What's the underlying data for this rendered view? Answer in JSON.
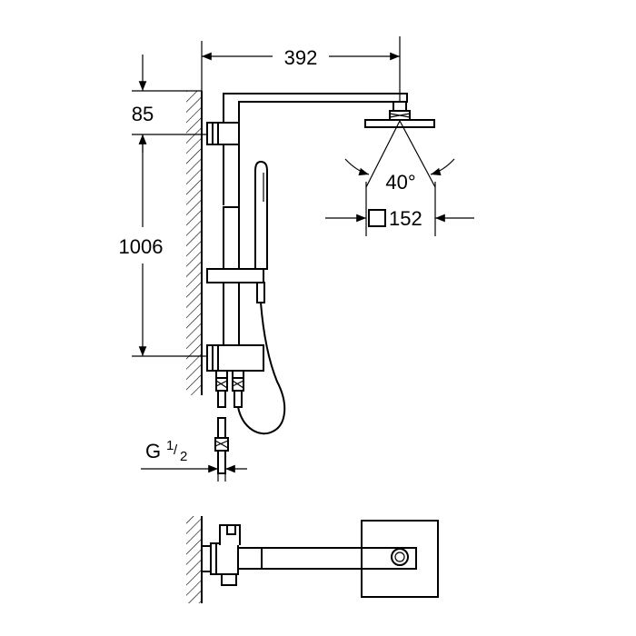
{
  "dimensions": {
    "arm_length": "392",
    "ceiling_offset": "85",
    "rail_height": "1006",
    "spray_angle": "40°",
    "head_size": "152",
    "thread_prefix": "G",
    "thread_numerator": "1",
    "thread_denominator": "2"
  },
  "colors": {
    "line": "#000000",
    "background": "#ffffff"
  }
}
